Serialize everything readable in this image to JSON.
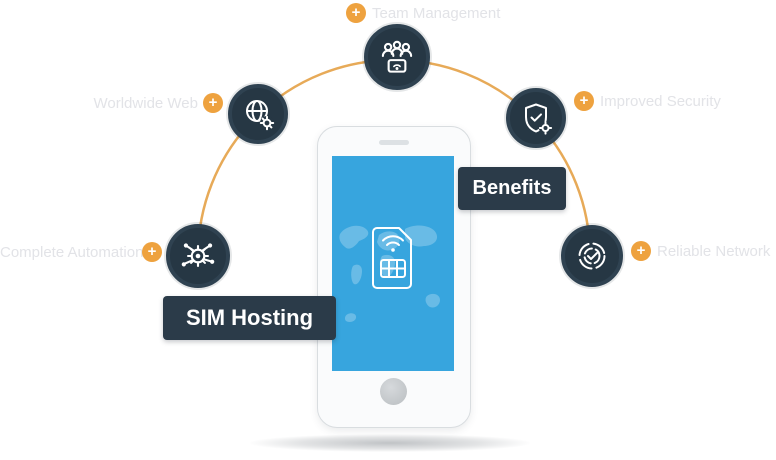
{
  "badges": {
    "benefits": "Benefits",
    "sim_hosting": "SIM Hosting"
  },
  "plus_symbol": "+",
  "nodes": [
    {
      "id": "automation",
      "label": "Complete Automation",
      "icon": "gear-network-icon",
      "position": "left"
    },
    {
      "id": "worldwide",
      "label": "Worldwide Web",
      "icon": "globe-icon",
      "position": "upper-left"
    },
    {
      "id": "team",
      "label": "Team Management",
      "icon": "team-gear-icon",
      "position": "top"
    },
    {
      "id": "security",
      "label": "Improved Security",
      "icon": "shield-check-icon",
      "position": "upper-right"
    },
    {
      "id": "reliability",
      "label": "Reliable Network",
      "icon": "target-check-icon",
      "position": "right"
    }
  ],
  "colors": {
    "node_navy": "#263744",
    "badge_navy": "#2b3b49",
    "accent_orange": "#eea23f",
    "arc_orange": "#e7aa58",
    "screen_blue": "#37a5de",
    "label_gray": "#e2e3e7"
  }
}
